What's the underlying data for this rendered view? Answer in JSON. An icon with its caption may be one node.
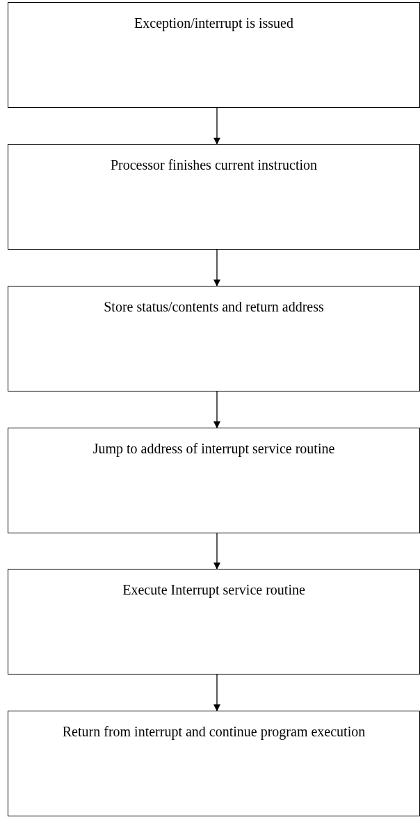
{
  "diagram": {
    "nodes": [
      {
        "text": [
          "Exception/interrupt is issued"
        ]
      },
      {
        "text": [
          "Processor finishes current instruction"
        ]
      },
      {
        "text": [
          "Store status/contents and return address"
        ]
      },
      {
        "text": [
          "Jump to address of interrupt service routine"
        ]
      },
      {
        "text": [
          "Execute Interrupt service routine"
        ]
      },
      {
        "text": [
          "Return from interrupt and continue program execution"
        ]
      }
    ],
    "edges": [
      {
        "from": 0,
        "to": 1,
        "arrow": "to"
      },
      {
        "from": 1,
        "to": 2,
        "arrow": "to"
      },
      {
        "from": 2,
        "to": 3,
        "arrow": "to"
      },
      {
        "from": 3,
        "to": 4,
        "arrow": "to"
      },
      {
        "from": 4,
        "to": 5,
        "arrow": "to"
      }
    ]
  }
}
